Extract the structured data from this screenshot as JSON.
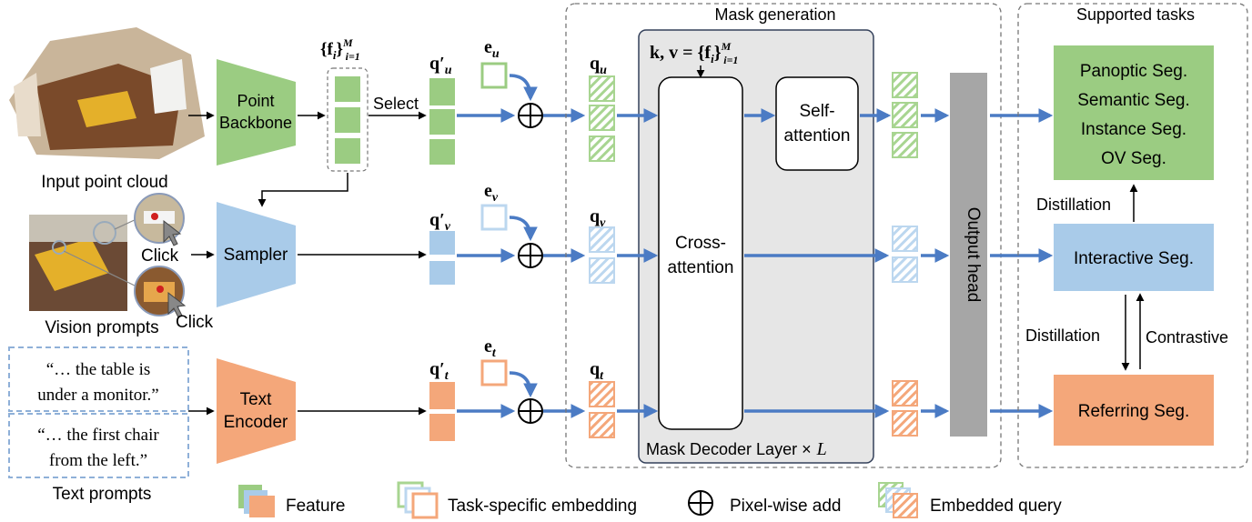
{
  "labels": {
    "input_cloud": "Input point cloud",
    "point_backbone": [
      "Point",
      "Backbone"
    ],
    "select": "Select",
    "feat_set": "{f",
    "feat_sub": "i",
    "feat_close": "}",
    "feat_sup": "M",
    "feat_lim": "i=1",
    "q_u_prime": "q′",
    "q_v_prime": "q′",
    "q_t_prime": "q′",
    "sub_u": "u",
    "sub_v": "v",
    "sub_t": "t",
    "e_u": "e",
    "e_v": "e",
    "e_t": "e",
    "q_u": "q",
    "q_v": "q",
    "q_t": "q",
    "kv": "k, v = {f",
    "kv_close": "}",
    "click1": "Click",
    "click2": "Click",
    "vision_prompts": "Vision prompts",
    "sampler": "Sampler",
    "text_encoder": [
      "Text",
      "Encoder"
    ],
    "text_prompt1": [
      "“… the table is",
      "under a monitor.”"
    ],
    "text_prompt2": [
      "“… the first chair",
      "from the left.”"
    ],
    "text_prompts": "Text prompts",
    "mask_generation": "Mask generation",
    "cross_attention": [
      "Cross-",
      "attention"
    ],
    "self_attention": [
      "Self-",
      "attention"
    ],
    "decoder_layer": "Mask Decoder Layer ×",
    "decoder_L": "L",
    "output_head": "Output head",
    "supported_tasks": "Supported tasks",
    "tasks_main": [
      "Panoptic Seg.",
      "Semantic Seg.",
      "Instance Seg.",
      "OV Seg."
    ],
    "interactive": "Interactive Seg.",
    "referring": "Referring Seg.",
    "distill_top": "Distillation",
    "distill_mid": "Distillation",
    "contrastive": "Contrastive"
  },
  "legend": {
    "feature": "Feature",
    "task_embedding": "Task-specific embedding",
    "pixel_add": "Pixel-wise add",
    "embedded_query": "Embedded query"
  },
  "colors": {
    "green": "#9bcc82",
    "green_light": "#a8d591",
    "blue": "#a9cbe9",
    "blue_light": "#bcd7ef",
    "orange": "#f4a77a",
    "arrow": "#4b7bc4",
    "gray_panel": "#e6e6e6",
    "output_head": "#a6a6a6"
  }
}
